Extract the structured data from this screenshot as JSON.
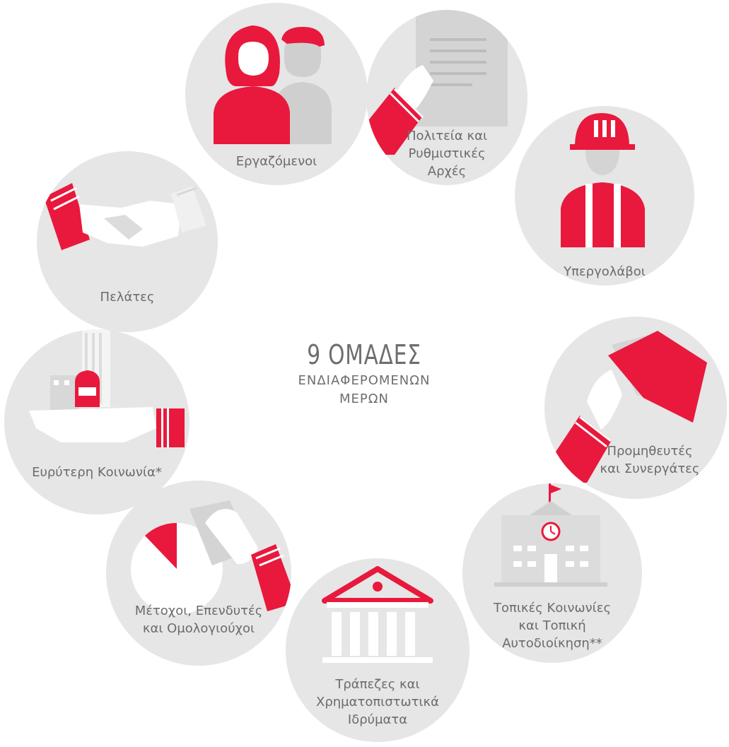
{
  "center": {
    "title": "9 ΟΜΑΔΕΣ",
    "subtitle_line1": "ΕΝΔΙΑΦΕΡΟΜΕΝΩΝ",
    "subtitle_line2": "ΜΕΡΩΝ"
  },
  "groups": [
    {
      "id": "employees",
      "icon": "employees-icon",
      "lines": [
        "Εργαζόμενοι"
      ]
    },
    {
      "id": "state",
      "icon": "document-hand-icon",
      "lines": [
        "Πολιτεία και",
        "Ρυθμιστικές",
        "Αρχές"
      ]
    },
    {
      "id": "subcontractors",
      "icon": "hardhat-worker-icon",
      "lines": [
        "Υπεργολάβοι"
      ]
    },
    {
      "id": "suppliers",
      "icon": "folder-hand-icon",
      "lines": [
        "Προμηθευτές",
        "και Συνεργάτες"
      ]
    },
    {
      "id": "local",
      "icon": "town-hall-icon",
      "lines": [
        "Τοπικές Κοινωνίες",
        "και Τοπική",
        "Αυτοδιοίκηση**"
      ]
    },
    {
      "id": "banks",
      "icon": "bank-building-icon",
      "lines": [
        "Τράπεζες και",
        "Χρηματοπιστωτικά",
        "Ιδρύματα"
      ]
    },
    {
      "id": "shareholders",
      "icon": "pie-chart-hand-icon",
      "lines": [
        "Μέτοχοι, Επενδυτές",
        "και Ομολογιούχοι"
      ]
    },
    {
      "id": "society",
      "icon": "city-in-hand-icon",
      "lines": [
        "Ευρύτερη Κοινωνία*"
      ]
    },
    {
      "id": "customers",
      "icon": "handshake-icon",
      "lines": [
        "Πελάτες"
      ]
    }
  ],
  "colors": {
    "accent": "#e8193c",
    "circle": "#e6e6e6",
    "text": "#6b6b6b",
    "icon_gray": "#cfcfcf"
  }
}
